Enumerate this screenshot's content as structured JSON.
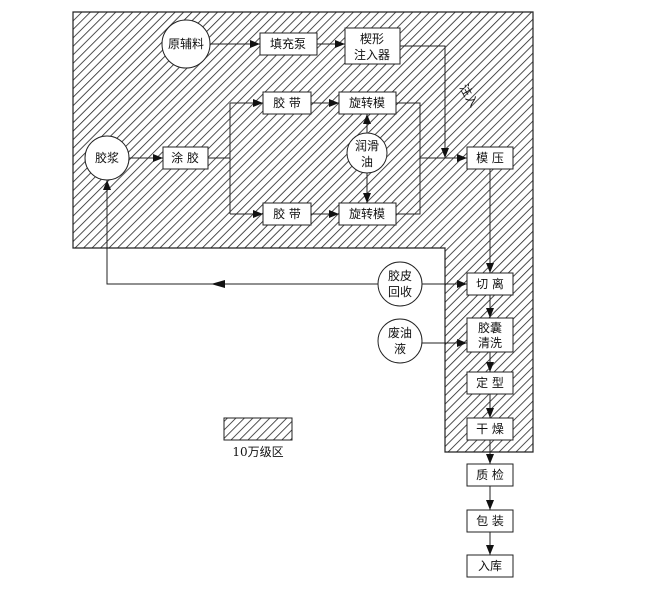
{
  "legend": {
    "label": "10万级区"
  },
  "annotation": "注入",
  "nodes": {
    "raw_material": "原辅料",
    "fill_pump": "填充泵",
    "wedge_injector": [
      "楔形",
      "注入器"
    ],
    "tape_top": "胶 带",
    "rotary_die_top": "旋转模",
    "lube_oil": [
      "润滑",
      "油"
    ],
    "glue": "胶浆",
    "coating": "涂 胶",
    "tape_bottom": "胶 带",
    "rotary_die_bottom": "旋转模",
    "molding": "模 压",
    "skin_recycle": [
      "胶皮",
      "回收"
    ],
    "cutting": "切 离",
    "waste_oil": [
      "废油",
      "液"
    ],
    "capsule_wash": [
      "胶囊",
      "清洗"
    ],
    "shaping": "定 型",
    "drying": "干 燥",
    "inspection": "质 检",
    "packaging": "包 装",
    "storage": "入库"
  }
}
